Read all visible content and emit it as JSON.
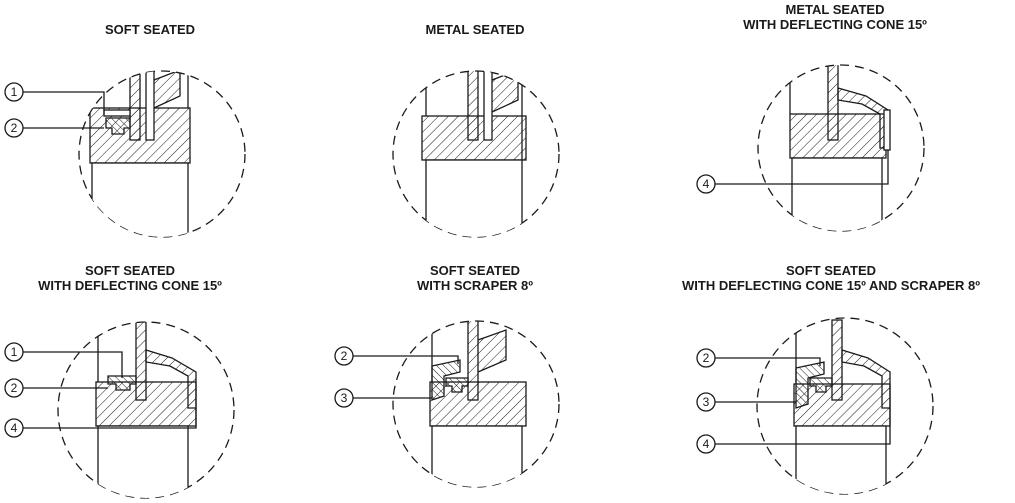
{
  "colors": {
    "ink": "#1a1a1a",
    "paper": "#ffffff"
  },
  "panels": [
    {
      "title": [
        "SOFT SEATED"
      ],
      "callouts": [
        "1",
        "2"
      ]
    },
    {
      "title": [
        "METAL SEATED"
      ],
      "callouts": []
    },
    {
      "title": [
        "METAL SEATED",
        "WITH DEFLECTING CONE 15º"
      ],
      "callouts": [
        "4"
      ]
    },
    {
      "title": [
        "SOFT SEATED",
        "WITH DEFLECTING CONE 15º"
      ],
      "callouts": [
        "1",
        "2",
        "4"
      ]
    },
    {
      "title": [
        "SOFT SEATED",
        "WITH SCRAPER 8º"
      ],
      "callouts": [
        "2",
        "3"
      ]
    },
    {
      "title": [
        "SOFT SEATED",
        "WITH DEFLECTING CONE 15º AND SCRAPER 8º"
      ],
      "callouts": [
        "2",
        "3",
        "4"
      ]
    }
  ]
}
